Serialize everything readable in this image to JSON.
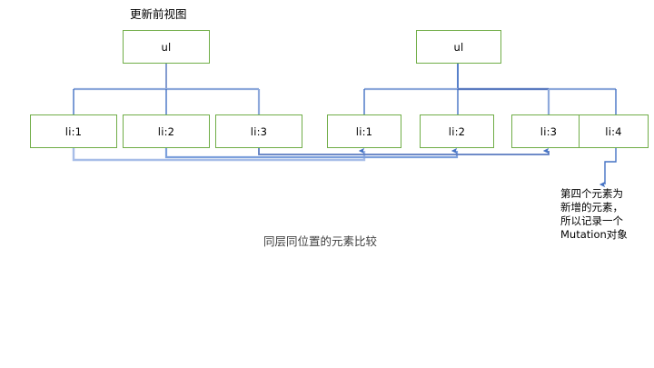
{
  "diagram": {
    "title": "更新前视图",
    "caption": "同层同位置的元素比较",
    "annotation": "第四个元素为\n新增的元素，\n所以记录一个\nMutation对象",
    "colors": {
      "node_border": "#70AD47",
      "connector": "#8EA9DB",
      "connector_dark": "#5B7BC0",
      "compare_line": "#A7BDE8",
      "text": "#000000",
      "caption_text": "#3F3F3F",
      "background": "#FFFFFF"
    },
    "left_tree": {
      "root": {
        "label": "ul"
      },
      "children": [
        {
          "label": "li:1"
        },
        {
          "label": "li:2"
        },
        {
          "label": "li:3"
        }
      ]
    },
    "right_tree": {
      "root": {
        "label": "ul"
      },
      "children": [
        {
          "label": "li:1"
        },
        {
          "label": "li:2"
        },
        {
          "label": "li:3"
        },
        {
          "label": "li:4"
        }
      ]
    }
  }
}
